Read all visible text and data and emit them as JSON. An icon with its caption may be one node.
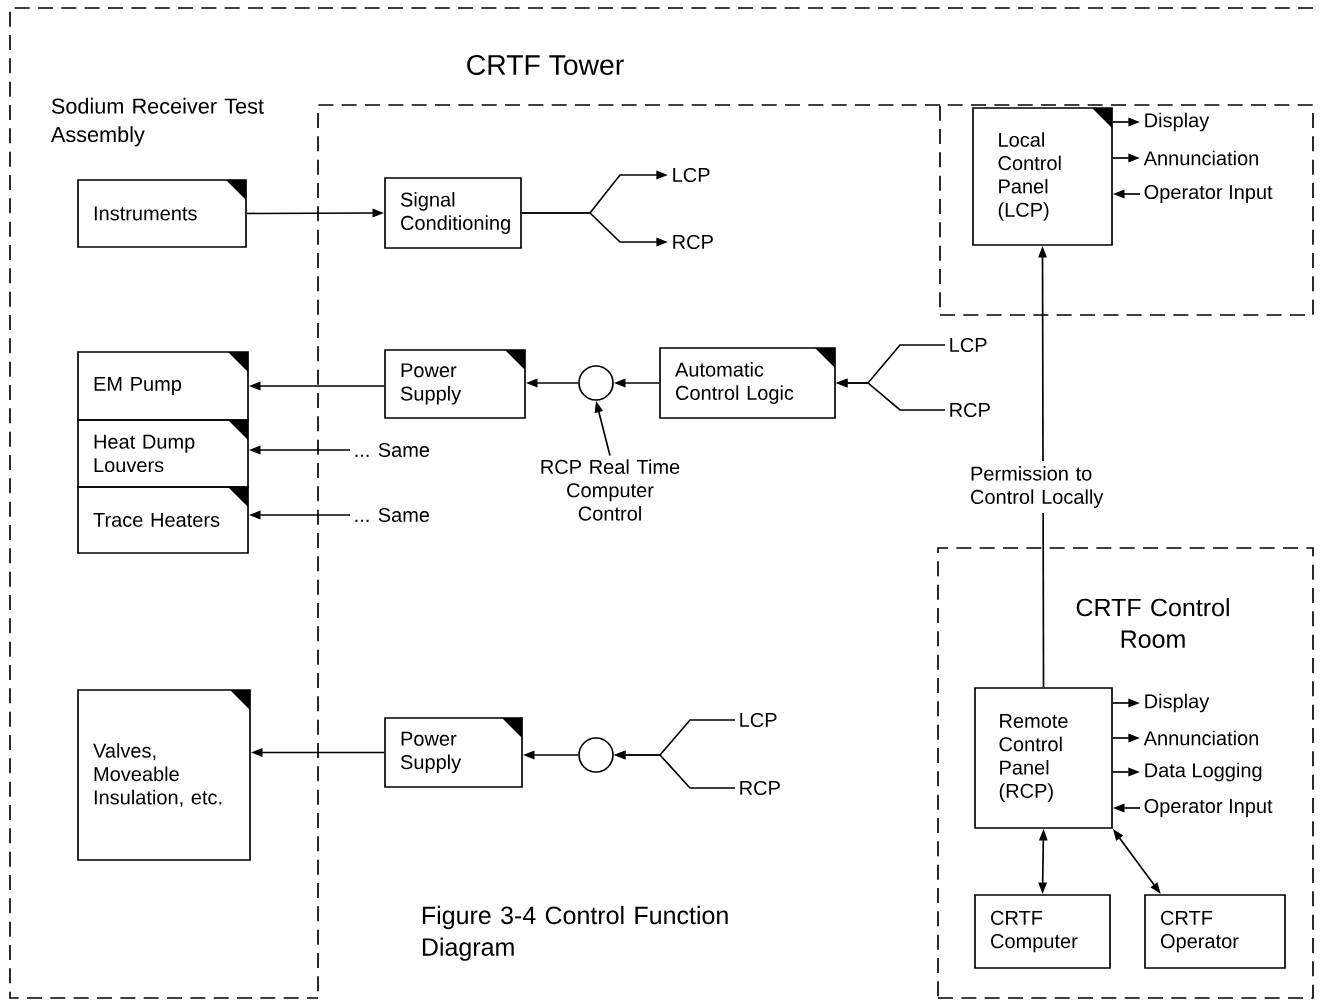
{
  "diagram": {
    "caption": "Figure 3-4 Control Function Diagram",
    "nodes": [
      {
        "text": [
          "CRTF Tower"
        ]
      },
      {
        "text": [],
        "shape": "box",
        "in": 0
      },
      {
        "text": [],
        "shape": "box",
        "in": 0
      },
      {
        "text": [
          "Instruments"
        ],
        "in": 0
      },
      {
        "text": [
          "Signal Conditioning"
        ],
        "in": 1
      },
      {
        "text": [
          "LCP"
        ],
        "in": 1
      },
      {
        "text": [
          "RCP"
        ],
        "in": 1
      },
      {
        "text": [
          "Local Control Panel (LCP)"
        ],
        "in": 2
      },
      {
        "text": [
          "Display"
        ],
        "in": 2
      },
      {
        "text": [
          "Annunciation"
        ],
        "in": 2
      },
      {
        "text": [
          "Operator Input"
        ],
        "in": 2
      },
      {
        "text": [
          "EM Pump"
        ],
        "in": 0
      },
      {
        "text": [
          "Power Supply"
        ],
        "in": 1
      },
      {
        "text": [],
        "shape": "circle",
        "in": 1
      },
      {
        "text": [
          "Automatic Control Logic"
        ],
        "in": 1
      },
      {
        "text": [
          "LCP"
        ],
        "in": 0
      },
      {
        "text": [
          "RCP"
        ],
        "in": 0
      },
      {
        "text": [
          "RCP Real Time Computer Control"
        ],
        "in": 1
      },
      {
        "text": [
          "Heat Dump Louvers"
        ],
        "in": 0
      },
      {
        "text": [
          "... Same"
        ],
        "in": 1
      },
      {
        "text": [
          "Trace Heaters"
        ],
        "in": 0
      },
      {
        "text": [
          "... Same"
        ],
        "in": 1
      },
      {
        "text": [
          "Valves, Moveable Insulation, etc."
        ],
        "in": 0
      },
      {
        "text": [
          "Power Supply"
        ],
        "in": 1
      },
      {
        "text": [],
        "shape": "circle",
        "in": 1
      },
      {
        "text": [
          "LCP"
        ],
        "in": 1
      },
      {
        "text": [
          "RCP"
        ],
        "in": 1
      },
      {
        "text": [
          "CRTF Control Room"
        ],
        "in": 0
      },
      {
        "text": [
          "Remote Control Panel (RCP)"
        ],
        "in": 27
      },
      {
        "text": [
          "Display"
        ],
        "in": 27
      },
      {
        "text": [
          "Annunciation"
        ],
        "in": 27
      },
      {
        "text": [
          "Data Logging"
        ],
        "in": 27
      },
      {
        "text": [
          "Operator Input"
        ],
        "in": 27
      },
      {
        "text": [
          "CRTF Computer"
        ],
        "in": 27
      },
      {
        "text": [
          "CRTF Operator"
        ],
        "in": 27
      }
    ],
    "edges": [
      {
        "from": 3,
        "to": 4,
        "arrow": "to"
      },
      {
        "from": 4,
        "to": 5,
        "arrow": "to"
      },
      {
        "from": 4,
        "to": 6,
        "arrow": "to"
      },
      {
        "from": 7,
        "to": 8,
        "arrow": "to"
      },
      {
        "from": 7,
        "to": 9,
        "arrow": "to"
      },
      {
        "from": 10,
        "to": 7,
        "arrow": "to"
      },
      {
        "from": 12,
        "to": 11,
        "arrow": "to"
      },
      {
        "from": 13,
        "to": 12,
        "arrow": "to"
      },
      {
        "from": 14,
        "to": 13,
        "arrow": "to"
      },
      {
        "from": 15,
        "to": 14,
        "arrow": "to"
      },
      {
        "from": 16,
        "to": 14,
        "arrow": "to"
      },
      {
        "from": 17,
        "to": 13,
        "arrow": "to"
      },
      {
        "from": 19,
        "to": 18,
        "arrow": "to"
      },
      {
        "from": 21,
        "to": 20,
        "arrow": "to"
      },
      {
        "from": 28,
        "to": 7,
        "arrow": "to",
        "label": "Permission to Control Locally"
      },
      {
        "from": 23,
        "to": 22,
        "arrow": "to"
      },
      {
        "from": 24,
        "to": 23,
        "arrow": "to"
      },
      {
        "from": 25,
        "to": 24,
        "arrow": "to"
      },
      {
        "from": 26,
        "to": 24,
        "arrow": "to"
      },
      {
        "from": 28,
        "to": 29,
        "arrow": "to"
      },
      {
        "from": 28,
        "to": 30,
        "arrow": "to"
      },
      {
        "from": 28,
        "to": 31,
        "arrow": "to"
      },
      {
        "from": 32,
        "to": 28,
        "arrow": "to"
      },
      {
        "from": 28,
        "to": 33,
        "arrow": "both"
      },
      {
        "from": 28,
        "to": 34,
        "arrow": "both"
      }
    ],
    "labels": [
      "Sodium Receiver Test Assembly"
    ]
  }
}
